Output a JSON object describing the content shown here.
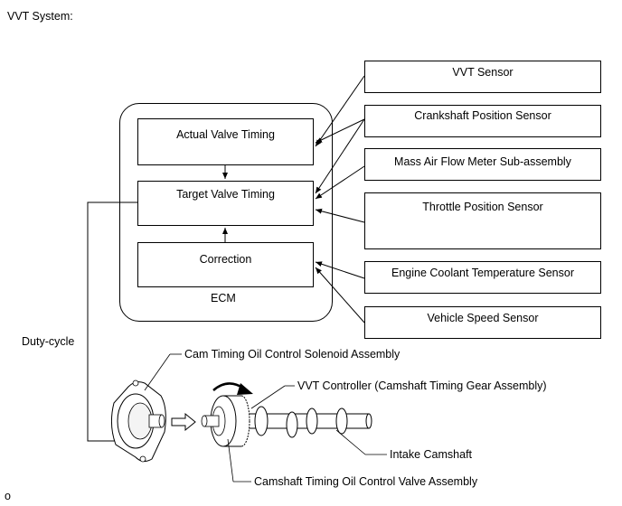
{
  "title": "VVT System:",
  "ecm": {
    "label": "ECM",
    "blocks": {
      "actual": "Actual Valve Timing",
      "target": "Target Valve Timing",
      "correction": "Correction"
    }
  },
  "sensors": [
    "VVT Sensor",
    "Crankshaft Position Sensor",
    "Mass Air Flow Meter Sub-assembly",
    "Throttle Position Sensor",
    "Engine Coolant Temperature Sensor",
    "Vehicle Speed Sensor"
  ],
  "duty_cycle": "Duty-cycle",
  "components": {
    "solenoid": "Cam Timing Oil Control Solenoid Assembly",
    "controller": "VVT Controller (Camshaft Timing Gear Assembly)",
    "camshaft": "Intake Camshaft",
    "valve": "Camshaft Timing Oil Control Valve Assembly"
  },
  "footnote": "o"
}
